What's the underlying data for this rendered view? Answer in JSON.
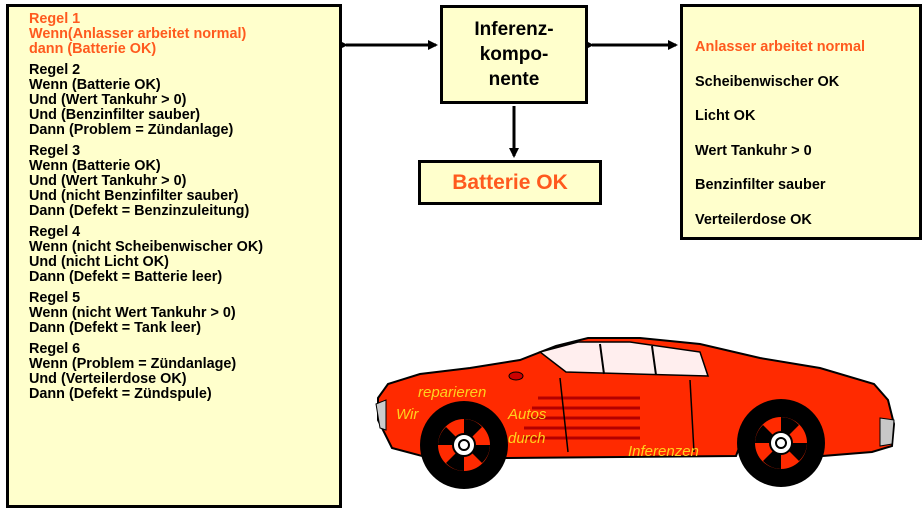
{
  "rules": [
    {
      "lines": [
        "Regel 1",
        "Wenn(Anlasser arbeitet normal)",
        "dann (Batterie OK)"
      ],
      "highlight": true
    },
    {
      "lines": [
        "Regel 2",
        "Wenn (Batterie OK)",
        "Und (Wert Tankuhr > 0)",
        "Und (Benzinfilter sauber)",
        "Dann (Problem = Zündanlage)"
      ],
      "highlight": false
    },
    {
      "lines": [
        "Regel 3",
        "Wenn (Batterie OK)",
        "Und (Wert Tankuhr > 0)",
        "Und (nicht Benzinfilter sauber)",
        "Dann (Defekt = Benzinzuleitung)"
      ],
      "highlight": false
    },
    {
      "lines": [
        "Regel 4",
        "Wenn (nicht Scheibenwischer OK)",
        "Und (nicht Licht OK)",
        "Dann (Defekt = Batterie leer)"
      ],
      "highlight": false
    },
    {
      "lines": [
        "Regel 5",
        "Wenn (nicht Wert Tankuhr > 0)",
        "Dann (Defekt = Tank leer)"
      ],
      "highlight": false
    },
    {
      "lines": [
        "Regel 6",
        "Wenn (Problem = Zündanlage)",
        "Und (Verteilerdose OK)",
        "Dann (Defekt = Zündspule)"
      ],
      "highlight": false
    }
  ],
  "engine": {
    "lines": [
      "Inferenz-",
      "kompo-",
      "nente"
    ]
  },
  "result": {
    "text": "Batterie OK"
  },
  "facts": [
    {
      "text": "Anlasser arbeitet normal",
      "highlight": true
    },
    {
      "text": "Scheibenwischer OK",
      "highlight": false
    },
    {
      "text": "Licht OK",
      "highlight": false
    },
    {
      "text": "Wert Tankuhr > 0",
      "highlight": false
    },
    {
      "text": "Benzinfilter sauber",
      "highlight": false
    },
    {
      "text": "Verteilerdose OK",
      "highlight": false
    }
  ],
  "car_slogan": {
    "w1": "Wir",
    "w2": "reparieren",
    "w3": "Autos",
    "w4": "durch",
    "w5": "Inferenzen"
  },
  "colors": {
    "highlight": "#ff5a1e",
    "box_fill": "#ffffcc",
    "car_body": "#ff2a00",
    "car_text": "#ffd21e"
  }
}
